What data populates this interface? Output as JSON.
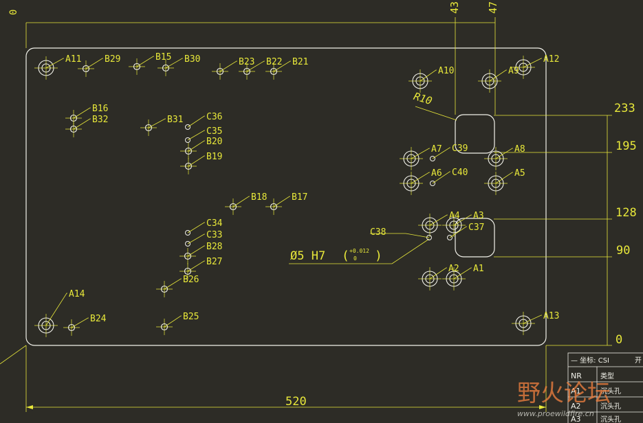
{
  "dimensions": {
    "width": "520",
    "x_left_top": "0",
    "x_43": "43",
    "x_47": "47",
    "y_233": "233",
    "y_195": "195",
    "y_128": "128",
    "y_90": "90",
    "y_0": "0",
    "radius": "R10",
    "fit": "Ø5 H7",
    "tol_upper": "+0.012",
    "tol_lower": "0"
  },
  "holes": [
    {
      "id": "A11",
      "type": "A"
    },
    {
      "id": "A12",
      "type": "A"
    },
    {
      "id": "A14",
      "type": "A"
    },
    {
      "id": "A13",
      "type": "A"
    },
    {
      "id": "A10",
      "type": "A"
    },
    {
      "id": "A9",
      "type": "A"
    },
    {
      "id": "A7",
      "type": "A"
    },
    {
      "id": "A8",
      "type": "A"
    },
    {
      "id": "A6",
      "type": "A"
    },
    {
      "id": "A5",
      "type": "A"
    },
    {
      "id": "A4",
      "type": "A"
    },
    {
      "id": "A3",
      "type": "A"
    },
    {
      "id": "A2",
      "type": "A"
    },
    {
      "id": "A1",
      "type": "A"
    },
    {
      "id": "B29",
      "type": "B"
    },
    {
      "id": "B15",
      "type": "B"
    },
    {
      "id": "B30",
      "type": "B"
    },
    {
      "id": "B23",
      "type": "B"
    },
    {
      "id": "B22",
      "type": "B"
    },
    {
      "id": "B21",
      "type": "B"
    },
    {
      "id": "B16",
      "type": "B"
    },
    {
      "id": "B32",
      "type": "B"
    },
    {
      "id": "B31",
      "type": "B"
    },
    {
      "id": "B20",
      "type": "B"
    },
    {
      "id": "B19",
      "type": "B"
    },
    {
      "id": "B18",
      "type": "B"
    },
    {
      "id": "B17",
      "type": "B"
    },
    {
      "id": "B28",
      "type": "B"
    },
    {
      "id": "B27",
      "type": "B"
    },
    {
      "id": "B26",
      "type": "B"
    },
    {
      "id": "B24",
      "type": "B"
    },
    {
      "id": "B25",
      "type": "B"
    },
    {
      "id": "C36",
      "type": "C"
    },
    {
      "id": "C35",
      "type": "C"
    },
    {
      "id": "C39",
      "type": "C"
    },
    {
      "id": "C40",
      "type": "C"
    },
    {
      "id": "C34",
      "type": "C"
    },
    {
      "id": "C33",
      "type": "C"
    },
    {
      "id": "C38",
      "type": "C"
    },
    {
      "id": "C37",
      "type": "C"
    }
  ],
  "table": {
    "title_prefix": "— 坐标: CSI",
    "title_suffix": "开",
    "header": [
      "NR",
      "类型"
    ],
    "rows": [
      [
        "A1",
        "沉头孔"
      ],
      [
        "A2",
        "沉头孔"
      ],
      [
        "A3",
        "沉头孔"
      ]
    ]
  },
  "watermark": {
    "main": "野火论坛",
    "url": "www.proewildfire.cn"
  },
  "colors": {
    "background": "#2d2c26",
    "part": "#f2f2ea",
    "annotation": "#e8e83a",
    "watermark": "#f08040"
  }
}
